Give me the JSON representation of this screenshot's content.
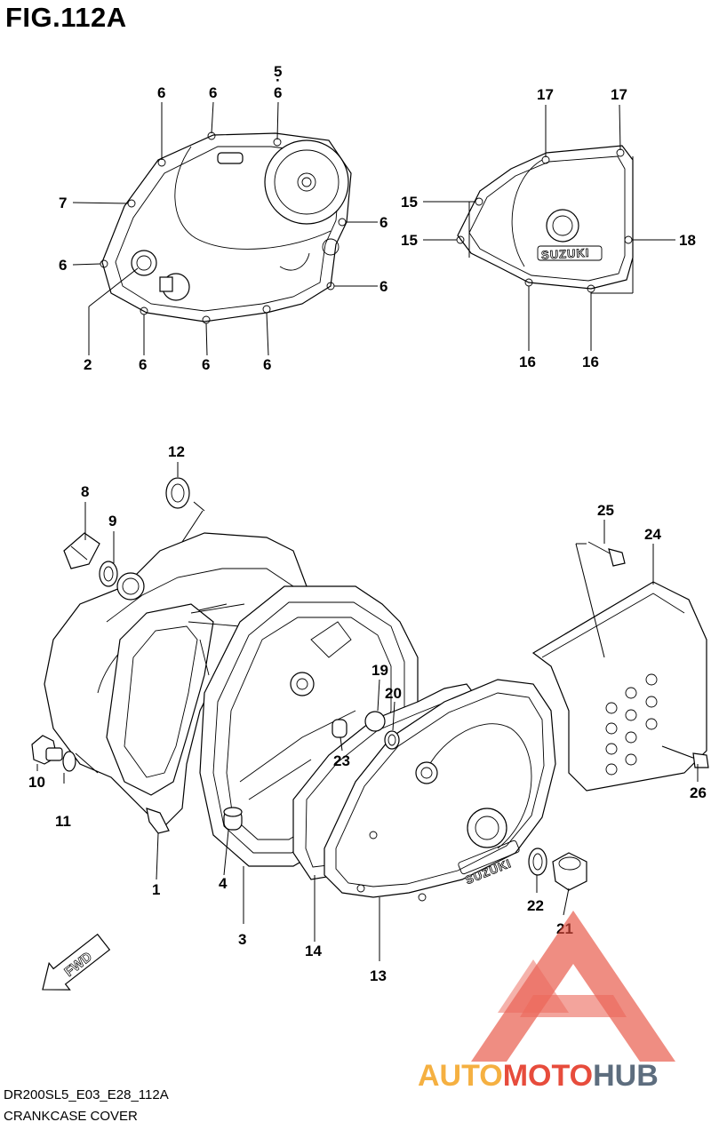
{
  "figure": {
    "title": "FIG.112A",
    "code": "DR200SL5_E03_E28_112A",
    "caption": "CRANKCASE COVER"
  },
  "labels": {
    "l5": "5",
    "l6": "6",
    "l7": "7",
    "l2": "2",
    "l15": "15",
    "l16": "16",
    "l17": "17",
    "l18": "18",
    "l12": "12",
    "l8": "8",
    "l9": "9",
    "l10": "10",
    "l11": "11",
    "l1": "1",
    "l4": "4",
    "l3": "3",
    "l14": "14",
    "l13": "13",
    "l19": "19",
    "l20": "20",
    "l23": "23",
    "l24": "24",
    "l25": "25",
    "l26": "26",
    "l21": "21",
    "l22": "22"
  },
  "cover_brand": "SUZUKI",
  "fwd_arrow": "FWD",
  "watermark": {
    "part1": "AUTO",
    "part2": "MOTO",
    "part3": "HUB",
    "color1": "#f5b041",
    "color2": "#e74c3c",
    "color3": "#5d6d7e"
  }
}
